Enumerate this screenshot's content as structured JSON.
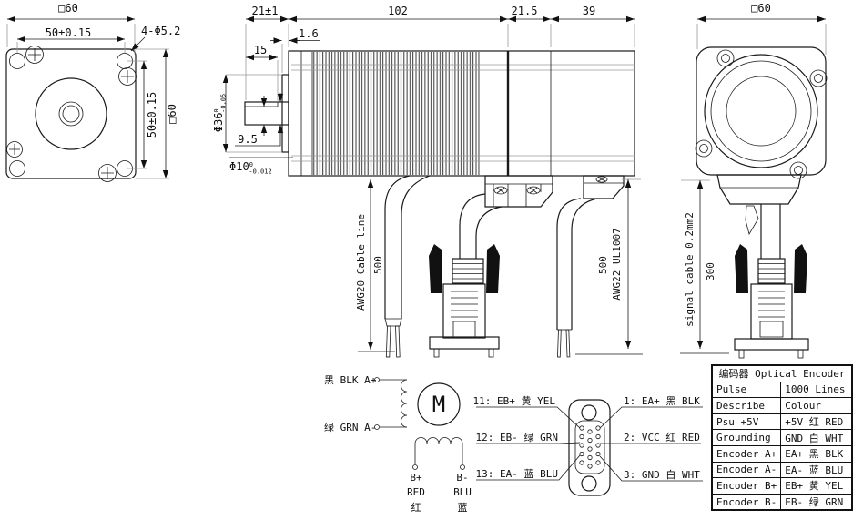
{
  "front_view": {
    "dim_square": "□60",
    "dim_spacing": "50±0.15",
    "dim_holes": "4-Φ5.2",
    "dim_spacing_v": "50±0.15",
    "dim_square_v": "□60"
  },
  "side_view": {
    "dim_shaft_ext": "21±1",
    "dim_body": "102",
    "dim_rear": "21.5",
    "dim_encoder": "39",
    "dim_boss": "1.6",
    "dim_flat": "15",
    "dim_flat_depth": "9.5",
    "pilot": {
      "dia": "Φ36",
      "tol_hi": "0",
      "tol_lo": "-0.05"
    },
    "shaft": {
      "dia": "Φ10",
      "tol_hi": "0",
      "tol_lo": "-0.012"
    },
    "motor_cable_label": "AWG20 Cable line",
    "motor_cable_len": "500",
    "signal_cable_len": "500",
    "signal_cable_label": "AWG22 UL1007"
  },
  "rear_view": {
    "dim_square": "□60",
    "cable_label": "signal cable 0.2mm2",
    "cable_len": "300"
  },
  "wiring": {
    "motor": "M",
    "a_plus": "黑 BLK A+",
    "a_minus": "绿 GRN A-",
    "b_plus": {
      "l1": "B+",
      "l2": "RED",
      "l3": "红"
    },
    "b_minus": {
      "l1": "B-",
      "l2": "BLU",
      "l3": "蓝"
    }
  },
  "pinout": {
    "left": [
      "11: EB+ 黄 YEL",
      "12: EB- 绿 GRN",
      "13: EA- 蓝 BLU"
    ],
    "right": [
      "1: EA+ 黑 BLK",
      "2: VCC 红 RED",
      "3: GND 白 WHT"
    ]
  },
  "encoder_table": {
    "title": "编码器 Optical Encoder",
    "rows": [
      {
        "left": "Pulse",
        "right": "1000 Lines"
      },
      {
        "left": "Describe",
        "right": "Colour"
      },
      {
        "left": "Psu +5V",
        "right": "+5V 红 RED"
      },
      {
        "left": "Grounding",
        "right": "GND 白 WHT"
      },
      {
        "left": "Encoder A+",
        "right": "EA+ 黑 BLK"
      },
      {
        "left": "Encoder A-",
        "right": "EA- 蓝 BLU"
      },
      {
        "left": "Encoder B+",
        "right": "EB+ 黄 YEL"
      },
      {
        "left": "Encoder B-",
        "right": "EB- 绿 GRN"
      }
    ]
  }
}
